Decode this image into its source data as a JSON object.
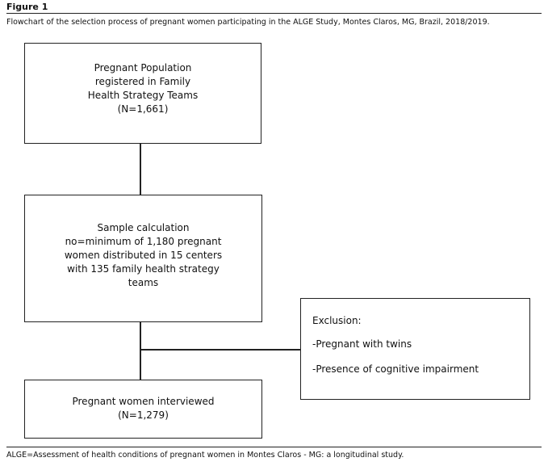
{
  "figure": {
    "label": "Figure 1",
    "caption": "Flowchart of the selection process of pregnant women participating in the ALGE Study, Montes Claros, MG, Brazil, 2018/2019.",
    "footnote": "ALGE=Assessment of health conditions of pregnant women in Montes Claros - MG: a longitudinal study."
  },
  "flowchart": {
    "box1": {
      "lines": [
        "Pregnant Population",
        "registered in Family",
        "Health Strategy Teams",
        "(N=1,661)"
      ]
    },
    "box2": {
      "lines": [
        "Sample calculation",
        "no=minimum of 1,180 pregnant",
        "women distributed in 15 centers",
        "with 135 family health strategy",
        "teams"
      ]
    },
    "exclusion": {
      "title": "Exclusion:",
      "items": [
        "-Pregnant with twins",
        "-Presence of cognitive impairment"
      ]
    },
    "box3": {
      "lines": [
        "Pregnant women interviewed",
        "(N=1,279)"
      ]
    }
  }
}
